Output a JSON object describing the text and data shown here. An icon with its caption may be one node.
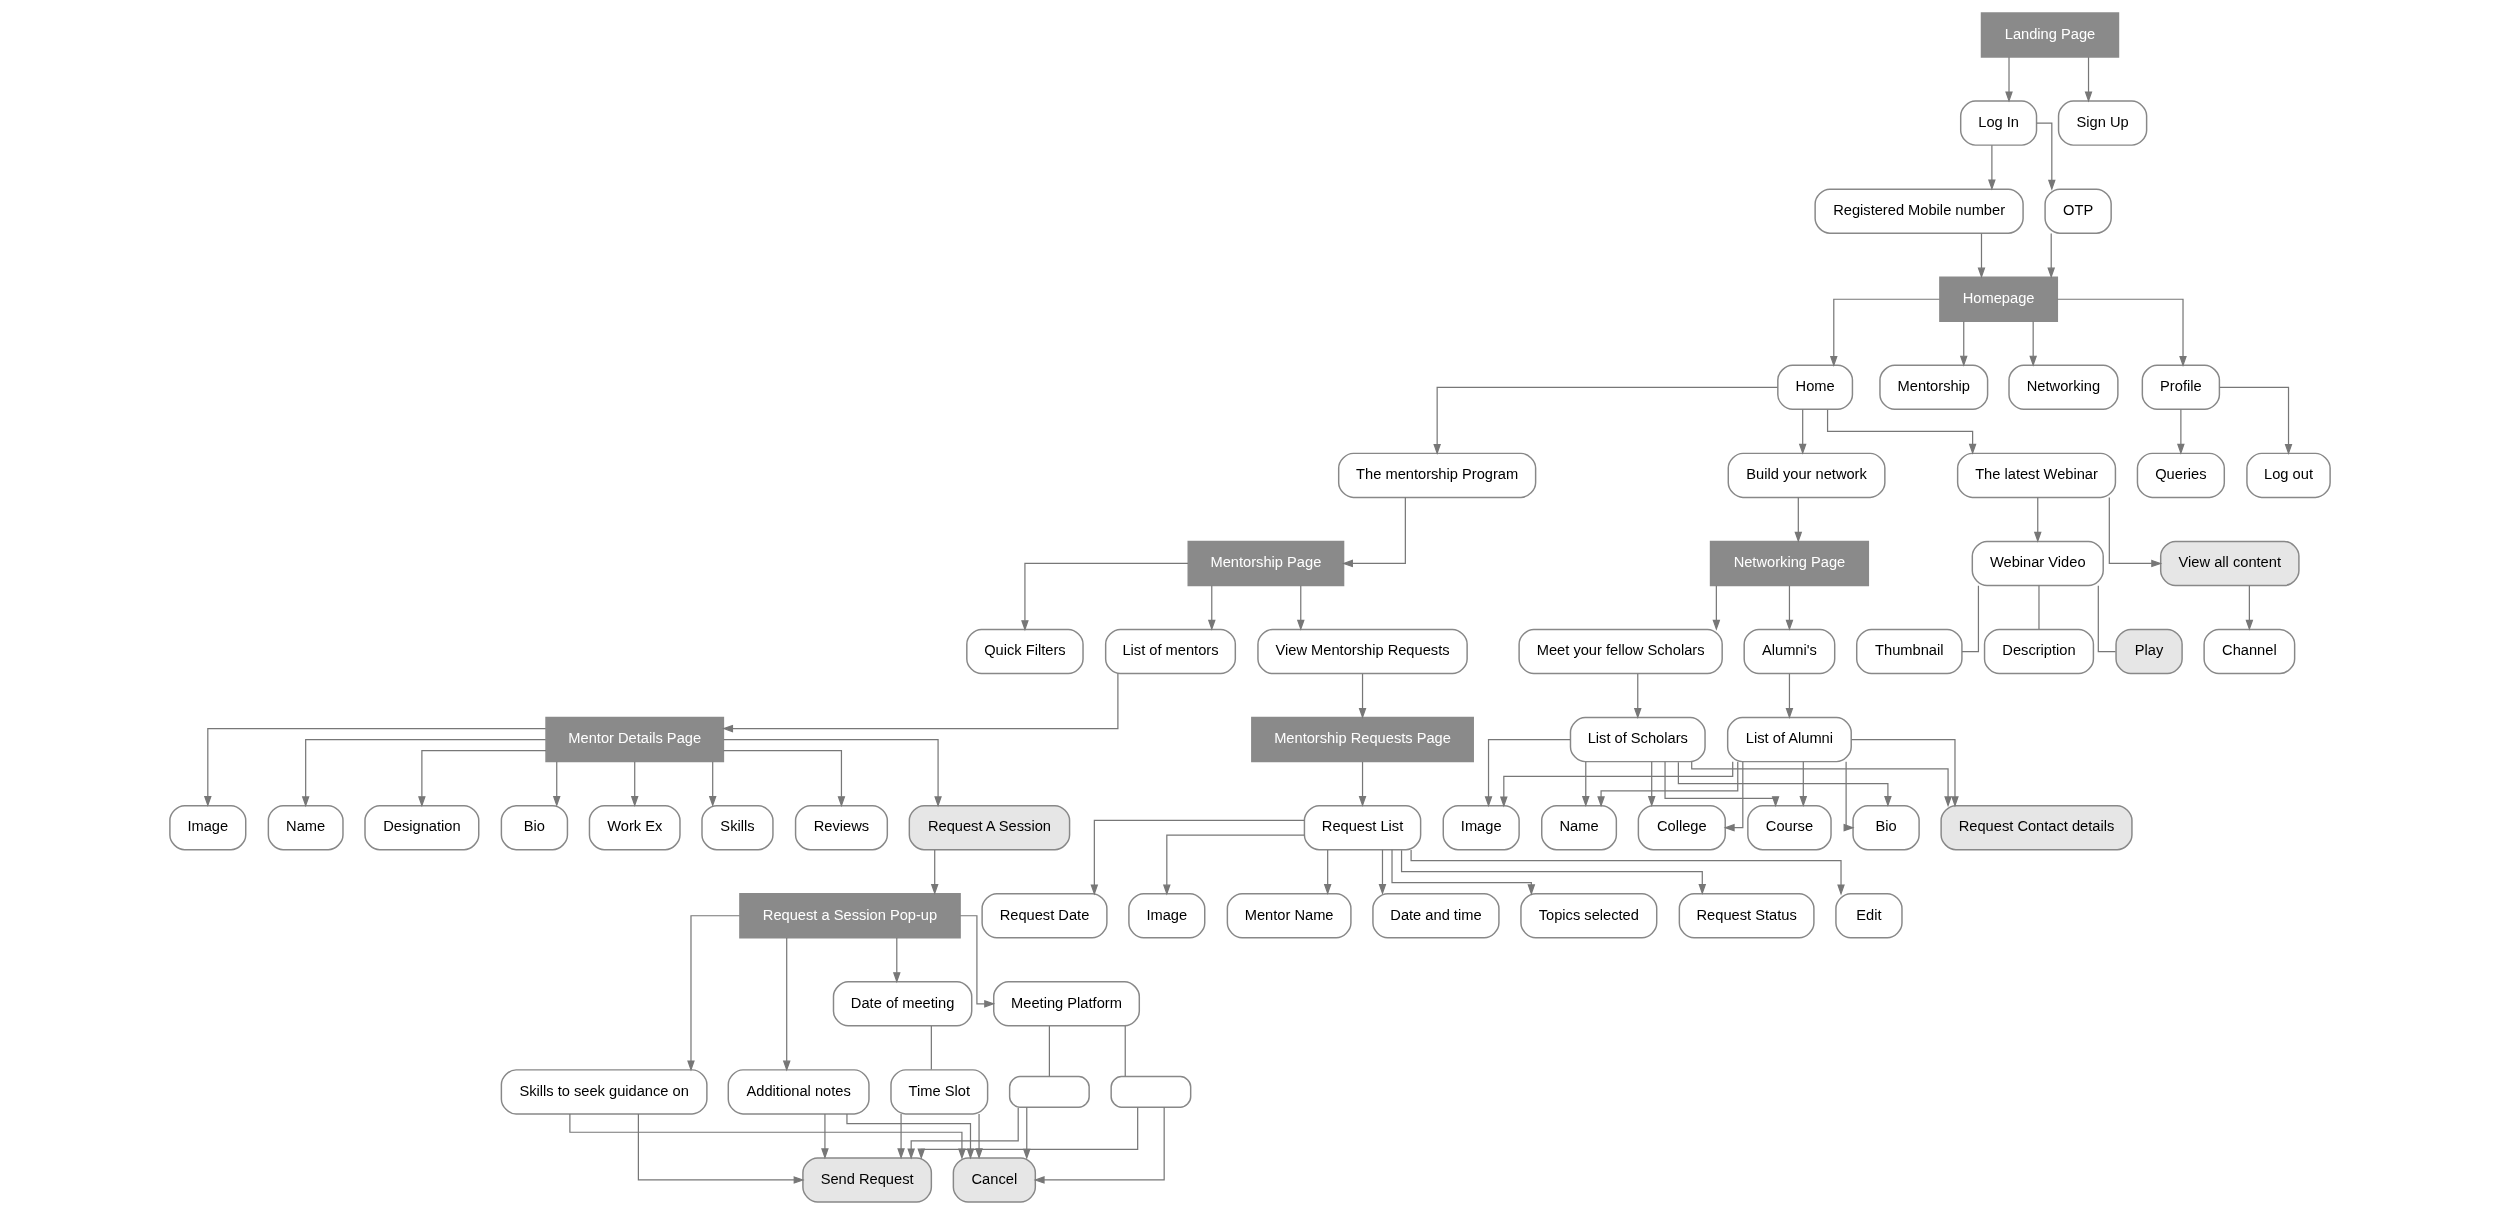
{
  "diagram": {
    "nodes": [
      {
        "text": [
          "Landing Page"
        ]
      },
      {
        "text": [
          "Log In"
        ]
      },
      {
        "text": [
          "Sign Up"
        ]
      },
      {
        "text": [
          "Registered Mobile number"
        ]
      },
      {
        "text": [
          "OTP"
        ]
      },
      {
        "text": [
          "Homepage"
        ]
      },
      {
        "text": [
          "Home"
        ]
      },
      {
        "text": [
          "Mentorship"
        ]
      },
      {
        "text": [
          "Networking"
        ]
      },
      {
        "text": [
          "Profile"
        ]
      },
      {
        "text": [
          "The mentorship Program"
        ]
      },
      {
        "text": [
          "Build your network"
        ]
      },
      {
        "text": [
          "The latest Webinar"
        ]
      },
      {
        "text": [
          "Queries"
        ]
      },
      {
        "text": [
          "Log out"
        ]
      },
      {
        "text": [
          "Mentorship Page"
        ]
      },
      {
        "text": [
          "Quick Filters"
        ]
      },
      {
        "text": [
          "List of mentors"
        ]
      },
      {
        "text": [
          "View Mentorship Requests"
        ]
      },
      {
        "text": [
          "Mentor Details Page"
        ]
      },
      {
        "text": [
          "Image"
        ]
      },
      {
        "text": [
          "Name"
        ]
      },
      {
        "text": [
          "Designation"
        ]
      },
      {
        "text": [
          "Bio"
        ]
      },
      {
        "text": [
          "Work Ex"
        ]
      },
      {
        "text": [
          "Skills"
        ]
      },
      {
        "text": [
          "Reviews"
        ]
      },
      {
        "text": [
          "Request A Session"
        ]
      },
      {
        "text": [
          "Request a Session Pop-up"
        ]
      },
      {
        "text": [
          "Skills to seek guidance on"
        ]
      },
      {
        "text": [
          "Additional notes"
        ]
      },
      {
        "text": [
          "Date of meeting"
        ]
      },
      {
        "text": [
          "Meeting Platform"
        ]
      },
      {
        "text": [
          "Time Slot"
        ]
      },
      {
        "text": [],
        "shape": "box"
      },
      {
        "text": [],
        "shape": "box"
      },
      {
        "text": [
          "Send Request"
        ]
      },
      {
        "text": [
          "Cancel"
        ]
      },
      {
        "text": [
          "Mentorship Requests Page"
        ]
      },
      {
        "text": [
          "Request List"
        ]
      },
      {
        "text": [
          "Request Date"
        ]
      },
      {
        "text": [
          "Image"
        ]
      },
      {
        "text": [
          "Mentor Name"
        ]
      },
      {
        "text": [
          "Date and time"
        ]
      },
      {
        "text": [
          "Topics selected"
        ]
      },
      {
        "text": [
          "Request Status"
        ]
      },
      {
        "text": [
          "Edit"
        ]
      },
      {
        "text": [
          "Networking Page"
        ]
      },
      {
        "text": [
          "Meet your fellow Scholars"
        ]
      },
      {
        "text": [
          "Alumni's"
        ]
      },
      {
        "text": [
          "List of Scholars"
        ]
      },
      {
        "text": [
          "List of Alumni"
        ]
      },
      {
        "text": [
          "Image"
        ]
      },
      {
        "text": [
          "Name"
        ]
      },
      {
        "text": [
          "College"
        ]
      },
      {
        "text": [
          "Course"
        ]
      },
      {
        "text": [
          "Bio"
        ]
      },
      {
        "text": [
          "Request Contact details"
        ]
      },
      {
        "text": [
          "Webinar Video"
        ]
      },
      {
        "text": [
          "View all content"
        ]
      },
      {
        "text": [
          "Thumbnail"
        ]
      },
      {
        "text": [
          "Description"
        ]
      },
      {
        "text": [
          "Play"
        ]
      },
      {
        "text": [
          "Channel"
        ]
      }
    ],
    "edges": [
      {
        "from": 0,
        "to": 1,
        "arrow": "to"
      },
      {
        "from": 0,
        "to": 2,
        "arrow": "to"
      },
      {
        "from": 1,
        "to": 3,
        "arrow": "to"
      },
      {
        "from": 1,
        "to": 4,
        "arrow": "to"
      },
      {
        "from": 3,
        "to": 5,
        "arrow": "to"
      },
      {
        "from": 4,
        "to": 5,
        "arrow": "to"
      },
      {
        "from": 5,
        "to": 6,
        "arrow": "to"
      },
      {
        "from": 5,
        "to": 7,
        "arrow": "to"
      },
      {
        "from": 5,
        "to": 8,
        "arrow": "to"
      },
      {
        "from": 5,
        "to": 9,
        "arrow": "to"
      },
      {
        "from": 6,
        "to": 10,
        "arrow": "to"
      },
      {
        "from": 6,
        "to": 11,
        "arrow": "to"
      },
      {
        "from": 6,
        "to": 12,
        "arrow": "to"
      },
      {
        "from": 9,
        "to": 13,
        "arrow": "to"
      },
      {
        "from": 9,
        "to": 14,
        "arrow": "to"
      },
      {
        "from": 10,
        "to": 15,
        "arrow": "to"
      },
      {
        "from": 15,
        "to": 16,
        "arrow": "to"
      },
      {
        "from": 15,
        "to": 17,
        "arrow": "to"
      },
      {
        "from": 15,
        "to": 18,
        "arrow": "to"
      },
      {
        "from": 17,
        "to": 19,
        "arrow": "to"
      },
      {
        "from": 19,
        "to": 20,
        "arrow": "to"
      },
      {
        "from": 19,
        "to": 21,
        "arrow": "to"
      },
      {
        "from": 19,
        "to": 22,
        "arrow": "to"
      },
      {
        "from": 19,
        "to": 23,
        "arrow": "to"
      },
      {
        "from": 19,
        "to": 24,
        "arrow": "to"
      },
      {
        "from": 19,
        "to": 25,
        "arrow": "to"
      },
      {
        "from": 19,
        "to": 26,
        "arrow": "to"
      },
      {
        "from": 19,
        "to": 27,
        "arrow": "to"
      },
      {
        "from": 27,
        "to": 28,
        "arrow": "to"
      },
      {
        "from": 28,
        "to": 29,
        "arrow": "to"
      },
      {
        "from": 28,
        "to": 30,
        "arrow": "to"
      },
      {
        "from": 28,
        "to": 31,
        "arrow": "to"
      },
      {
        "from": 28,
        "to": 32,
        "arrow": "to"
      },
      {
        "from": 31,
        "to": 33,
        "arrow": "none"
      },
      {
        "from": 32,
        "to": 34,
        "arrow": "none"
      },
      {
        "from": 32,
        "to": 35,
        "arrow": "none"
      },
      {
        "from": 29,
        "to": 36,
        "arrow": "to"
      },
      {
        "from": 29,
        "to": 37,
        "arrow": "to"
      },
      {
        "from": 30,
        "to": 36,
        "arrow": "to"
      },
      {
        "from": 30,
        "to": 37,
        "arrow": "to"
      },
      {
        "from": 33,
        "to": 36,
        "arrow": "to"
      },
      {
        "from": 33,
        "to": 37,
        "arrow": "to"
      },
      {
        "from": 34,
        "to": 36,
        "arrow": "to"
      },
      {
        "from": 34,
        "to": 37,
        "arrow": "to"
      },
      {
        "from": 35,
        "to": 36,
        "arrow": "to"
      },
      {
        "from": 35,
        "to": 37,
        "arrow": "to"
      },
      {
        "from": 18,
        "to": 38,
        "arrow": "to"
      },
      {
        "from": 38,
        "to": 39,
        "arrow": "to"
      },
      {
        "from": 39,
        "to": 40,
        "arrow": "to"
      },
      {
        "from": 39,
        "to": 41,
        "arrow": "to"
      },
      {
        "from": 39,
        "to": 42,
        "arrow": "to"
      },
      {
        "from": 39,
        "to": 43,
        "arrow": "to"
      },
      {
        "from": 39,
        "to": 44,
        "arrow": "to"
      },
      {
        "from": 39,
        "to": 45,
        "arrow": "to"
      },
      {
        "from": 39,
        "to": 46,
        "arrow": "to"
      },
      {
        "from": 11,
        "to": 47,
        "arrow": "to"
      },
      {
        "from": 47,
        "to": 48,
        "arrow": "to"
      },
      {
        "from": 47,
        "to": 49,
        "arrow": "to"
      },
      {
        "from": 48,
        "to": 50,
        "arrow": "to"
      },
      {
        "from": 49,
        "to": 51,
        "arrow": "to"
      },
      {
        "from": 50,
        "to": 52,
        "arrow": "to"
      },
      {
        "from": 50,
        "to": 53,
        "arrow": "to"
      },
      {
        "from": 50,
        "to": 54,
        "arrow": "to"
      },
      {
        "from": 50,
        "to": 55,
        "arrow": "to"
      },
      {
        "from": 50,
        "to": 56,
        "arrow": "to"
      },
      {
        "from": 50,
        "to": 57,
        "arrow": "to"
      },
      {
        "from": 51,
        "to": 52,
        "arrow": "to"
      },
      {
        "from": 51,
        "to": 53,
        "arrow": "to"
      },
      {
        "from": 51,
        "to": 54,
        "arrow": "to"
      },
      {
        "from": 51,
        "to": 55,
        "arrow": "to"
      },
      {
        "from": 51,
        "to": 56,
        "arrow": "to"
      },
      {
        "from": 51,
        "to": 57,
        "arrow": "to"
      },
      {
        "from": 12,
        "to": 58,
        "arrow": "to"
      },
      {
        "from": 12,
        "to": 59,
        "arrow": "to"
      },
      {
        "from": 58,
        "to": 60,
        "arrow": "none"
      },
      {
        "from": 58,
        "to": 61,
        "arrow": "none"
      },
      {
        "from": 58,
        "to": 62,
        "arrow": "none"
      },
      {
        "from": 59,
        "to": 63,
        "arrow": "to"
      }
    ]
  }
}
